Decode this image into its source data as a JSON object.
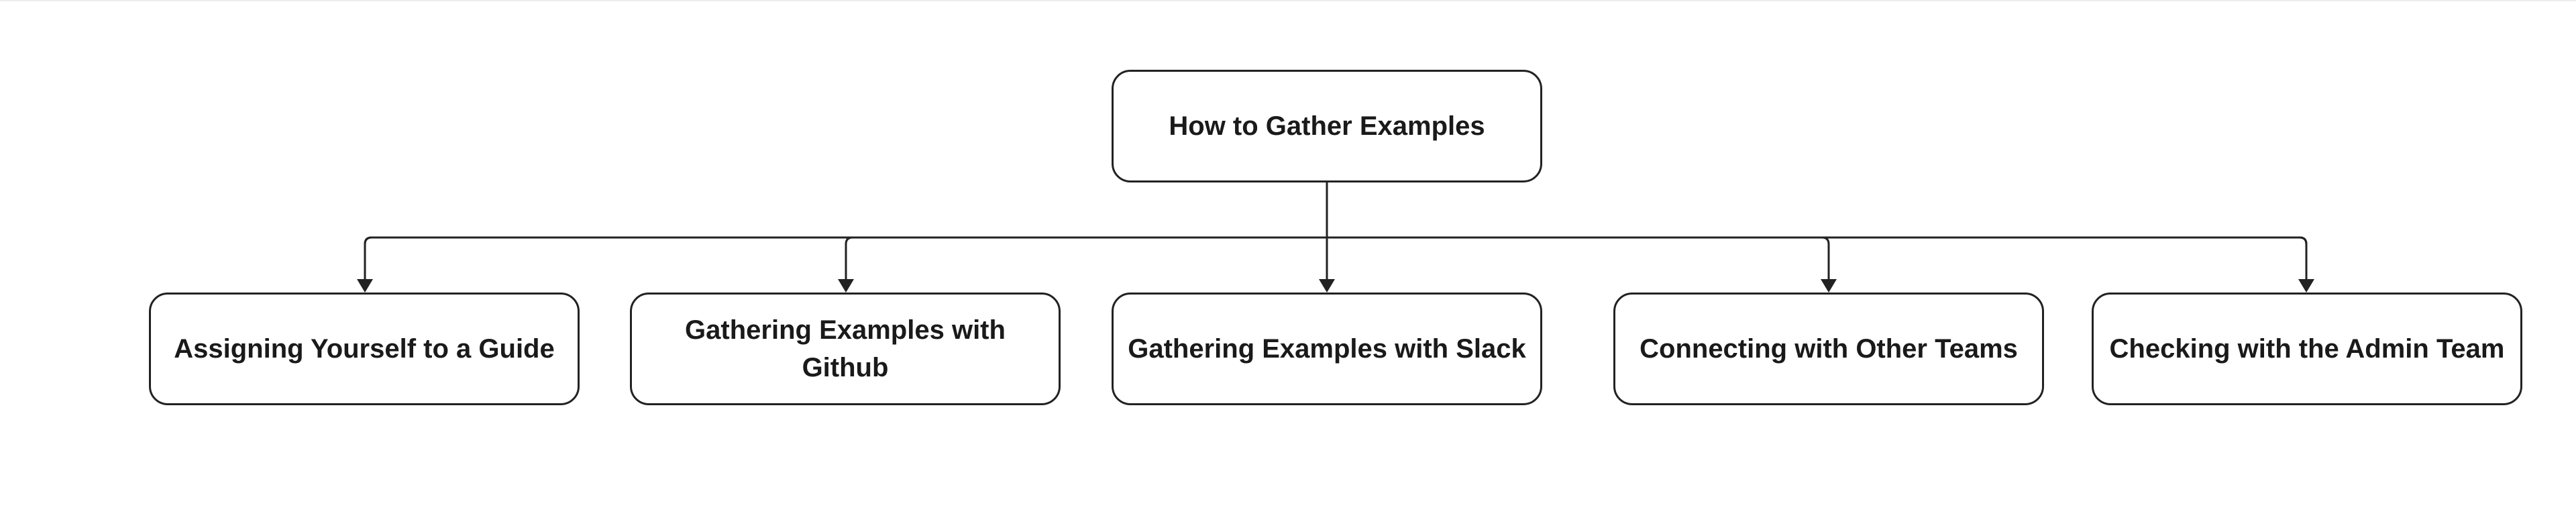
{
  "diagram": {
    "root": {
      "label": "How to Gather Examples"
    },
    "children": [
      {
        "label": "Assigning Yourself to a Guide"
      },
      {
        "label": "Gathering Examples with Github"
      },
      {
        "label": "Gathering Examples with Slack"
      },
      {
        "label": "Connecting with Other Teams"
      },
      {
        "label": "Checking with the Admin Team"
      }
    ]
  },
  "colors": {
    "stroke": "#222222",
    "text": "#1a1a1a",
    "background": "#ffffff"
  }
}
